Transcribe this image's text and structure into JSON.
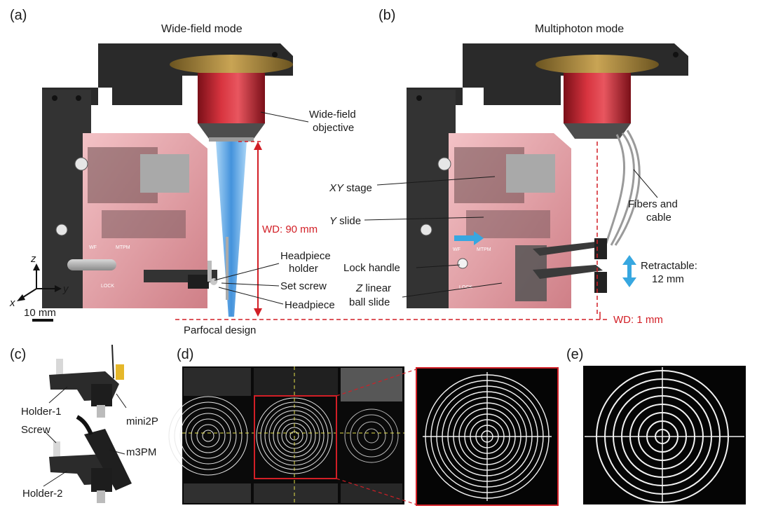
{
  "panels": {
    "a": "(a)",
    "b": "(b)",
    "c": "(c)",
    "d": "(d)",
    "e": "(e)"
  },
  "titles": {
    "a": "Wide-field mode",
    "b": "Multiphoton mode"
  },
  "panel_a": {
    "objective_line1": "Wide-field",
    "objective_line2": "objective",
    "wd": "WD: 90 mm",
    "headpiece_holder_line1": "Headpiece",
    "headpiece_holder_line2": "holder",
    "set_screw": "Set screw",
    "headpiece": "Headpiece",
    "parfocal": "Parfocal design",
    "scale": "10 mm",
    "axis_z": "z",
    "axis_x": "x",
    "axis_y": "y",
    "switch_wf": "WF",
    "switch_mtpm": "MTPM",
    "lock": "LOCK"
  },
  "panel_b": {
    "xy_stage_italic": "XY",
    "xy_stage_rest": " stage",
    "y_slide_italic": "Y",
    "y_slide_rest": " slide",
    "lock_handle": "Lock handle",
    "z_slide_italic": "Z",
    "z_slide_rest": " linear",
    "z_slide_line2": "ball slide",
    "fibers_line1": "Fibers and",
    "fibers_line2": "cable",
    "retractable_line1": "Retractable:",
    "retractable_line2": "12 mm",
    "wd": "WD: 1 mm",
    "switch_wf": "WF",
    "switch_mtpm": "MTPM",
    "lock": "LOCK"
  },
  "panel_c": {
    "holder1": "Holder-1",
    "screw": "Screw",
    "holder2": "Holder-2",
    "mini2p": "mini2P",
    "m3pm": "m3PM"
  },
  "colors": {
    "annotation_red": "#d21f26",
    "beam_blue": "#2f86d8",
    "arrow_cyan": "#37a7e0",
    "objective_red": "#b81e2a",
    "frame_dark": "#2a2a2a",
    "stage_pink": "#e7a8ad"
  }
}
